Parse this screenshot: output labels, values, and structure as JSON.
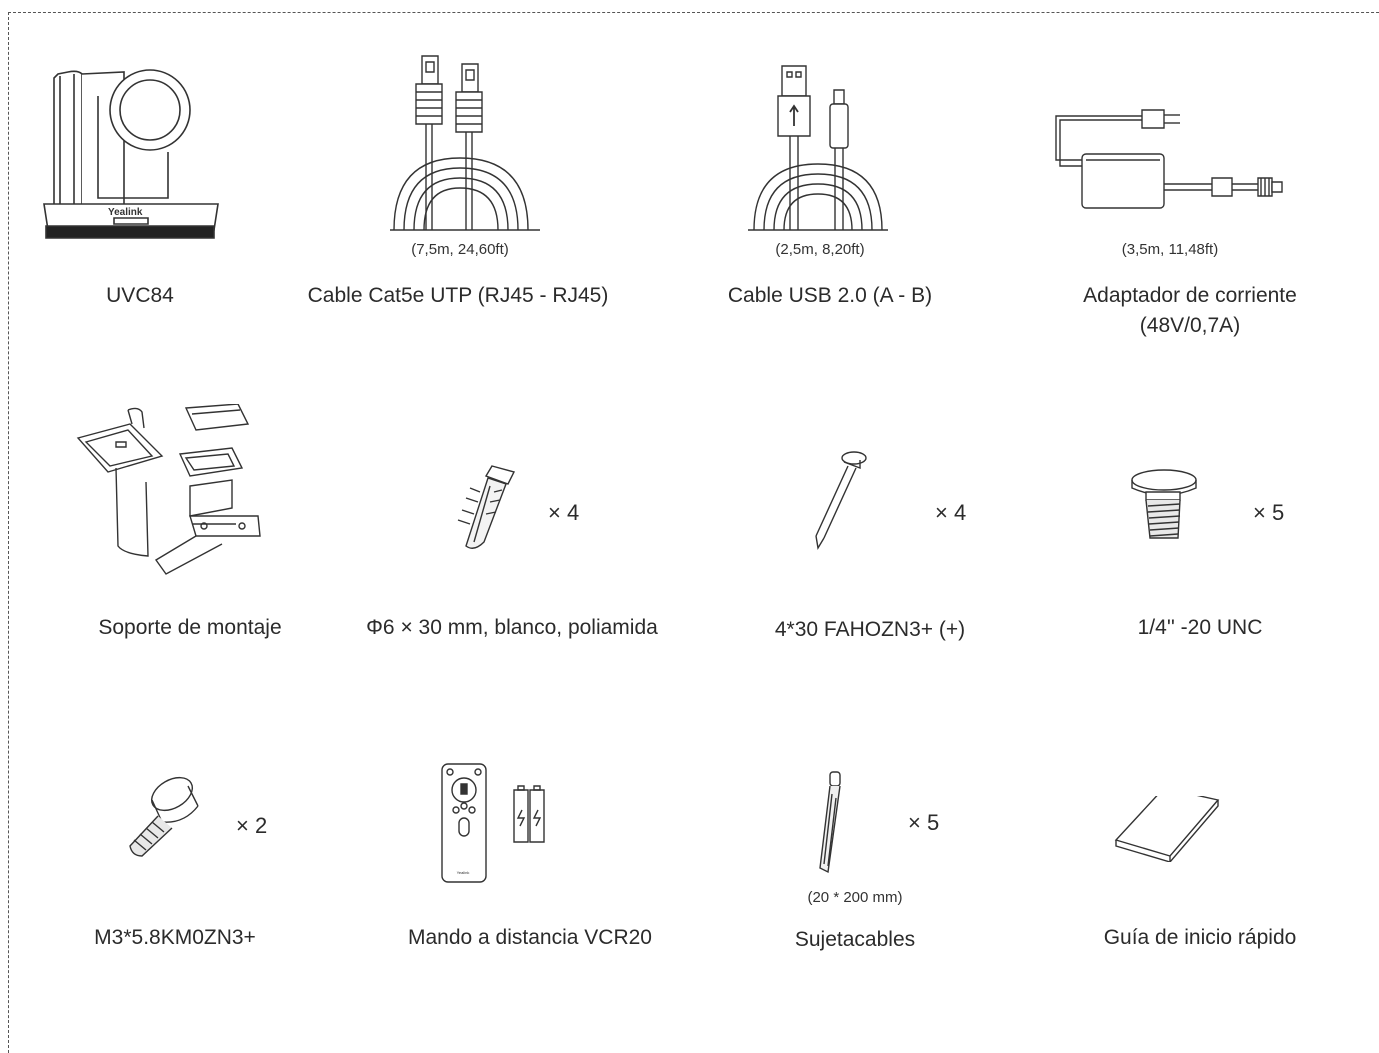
{
  "items": [
    {
      "label": "UVC84",
      "spec": "",
      "qty": "",
      "logo_text": "Yealink",
      "icon": "ptz-camera-icon"
    },
    {
      "label": "Cable Cat5e UTP (RJ45 - RJ45)",
      "spec": "(7,5m, 24,60ft)",
      "qty": "",
      "icon": "ethernet-cable-icon"
    },
    {
      "label": "Cable USB 2.0 (A - B)",
      "spec": "(2,5m, 8,20ft)",
      "qty": "",
      "icon": "usb-cable-icon"
    },
    {
      "label_line1": "Adaptador de corriente",
      "label_line2": "(48V/0,7A)",
      "spec": "(3,5m, 11,48ft)",
      "qty": "",
      "icon": "power-adapter-icon"
    },
    {
      "label": "Soporte de montaje",
      "spec": "",
      "qty": "",
      "icon": "mounting-bracket-icon"
    },
    {
      "label": "Φ6 × 30 mm, blanco, poliamida",
      "spec": "",
      "qty": "× 4",
      "icon": "wall-anchor-icon"
    },
    {
      "label": "4*30 FAHOZN3+ (+)",
      "spec": "",
      "qty": "× 4",
      "icon": "screw-icon"
    },
    {
      "label": "1/4'' -20 UNC",
      "spec": "",
      "qty": "× 5",
      "icon": "tripod-screw-icon"
    },
    {
      "label": "M3*5.8KM0ZN3+",
      "spec": "",
      "qty": "× 2",
      "icon": "thumb-screw-icon"
    },
    {
      "label": "Mando a distancia VCR20",
      "spec": "",
      "qty": "",
      "logo_text": "Yealink",
      "icon": "remote-control-icon"
    },
    {
      "label": "Sujetacables",
      "spec": "(20 * 200 mm)",
      "qty": "× 5",
      "icon": "cable-tie-icon"
    },
    {
      "label": "Guía de inicio rápido",
      "spec": "",
      "qty": "",
      "icon": "quick-start-guide-icon"
    }
  ]
}
